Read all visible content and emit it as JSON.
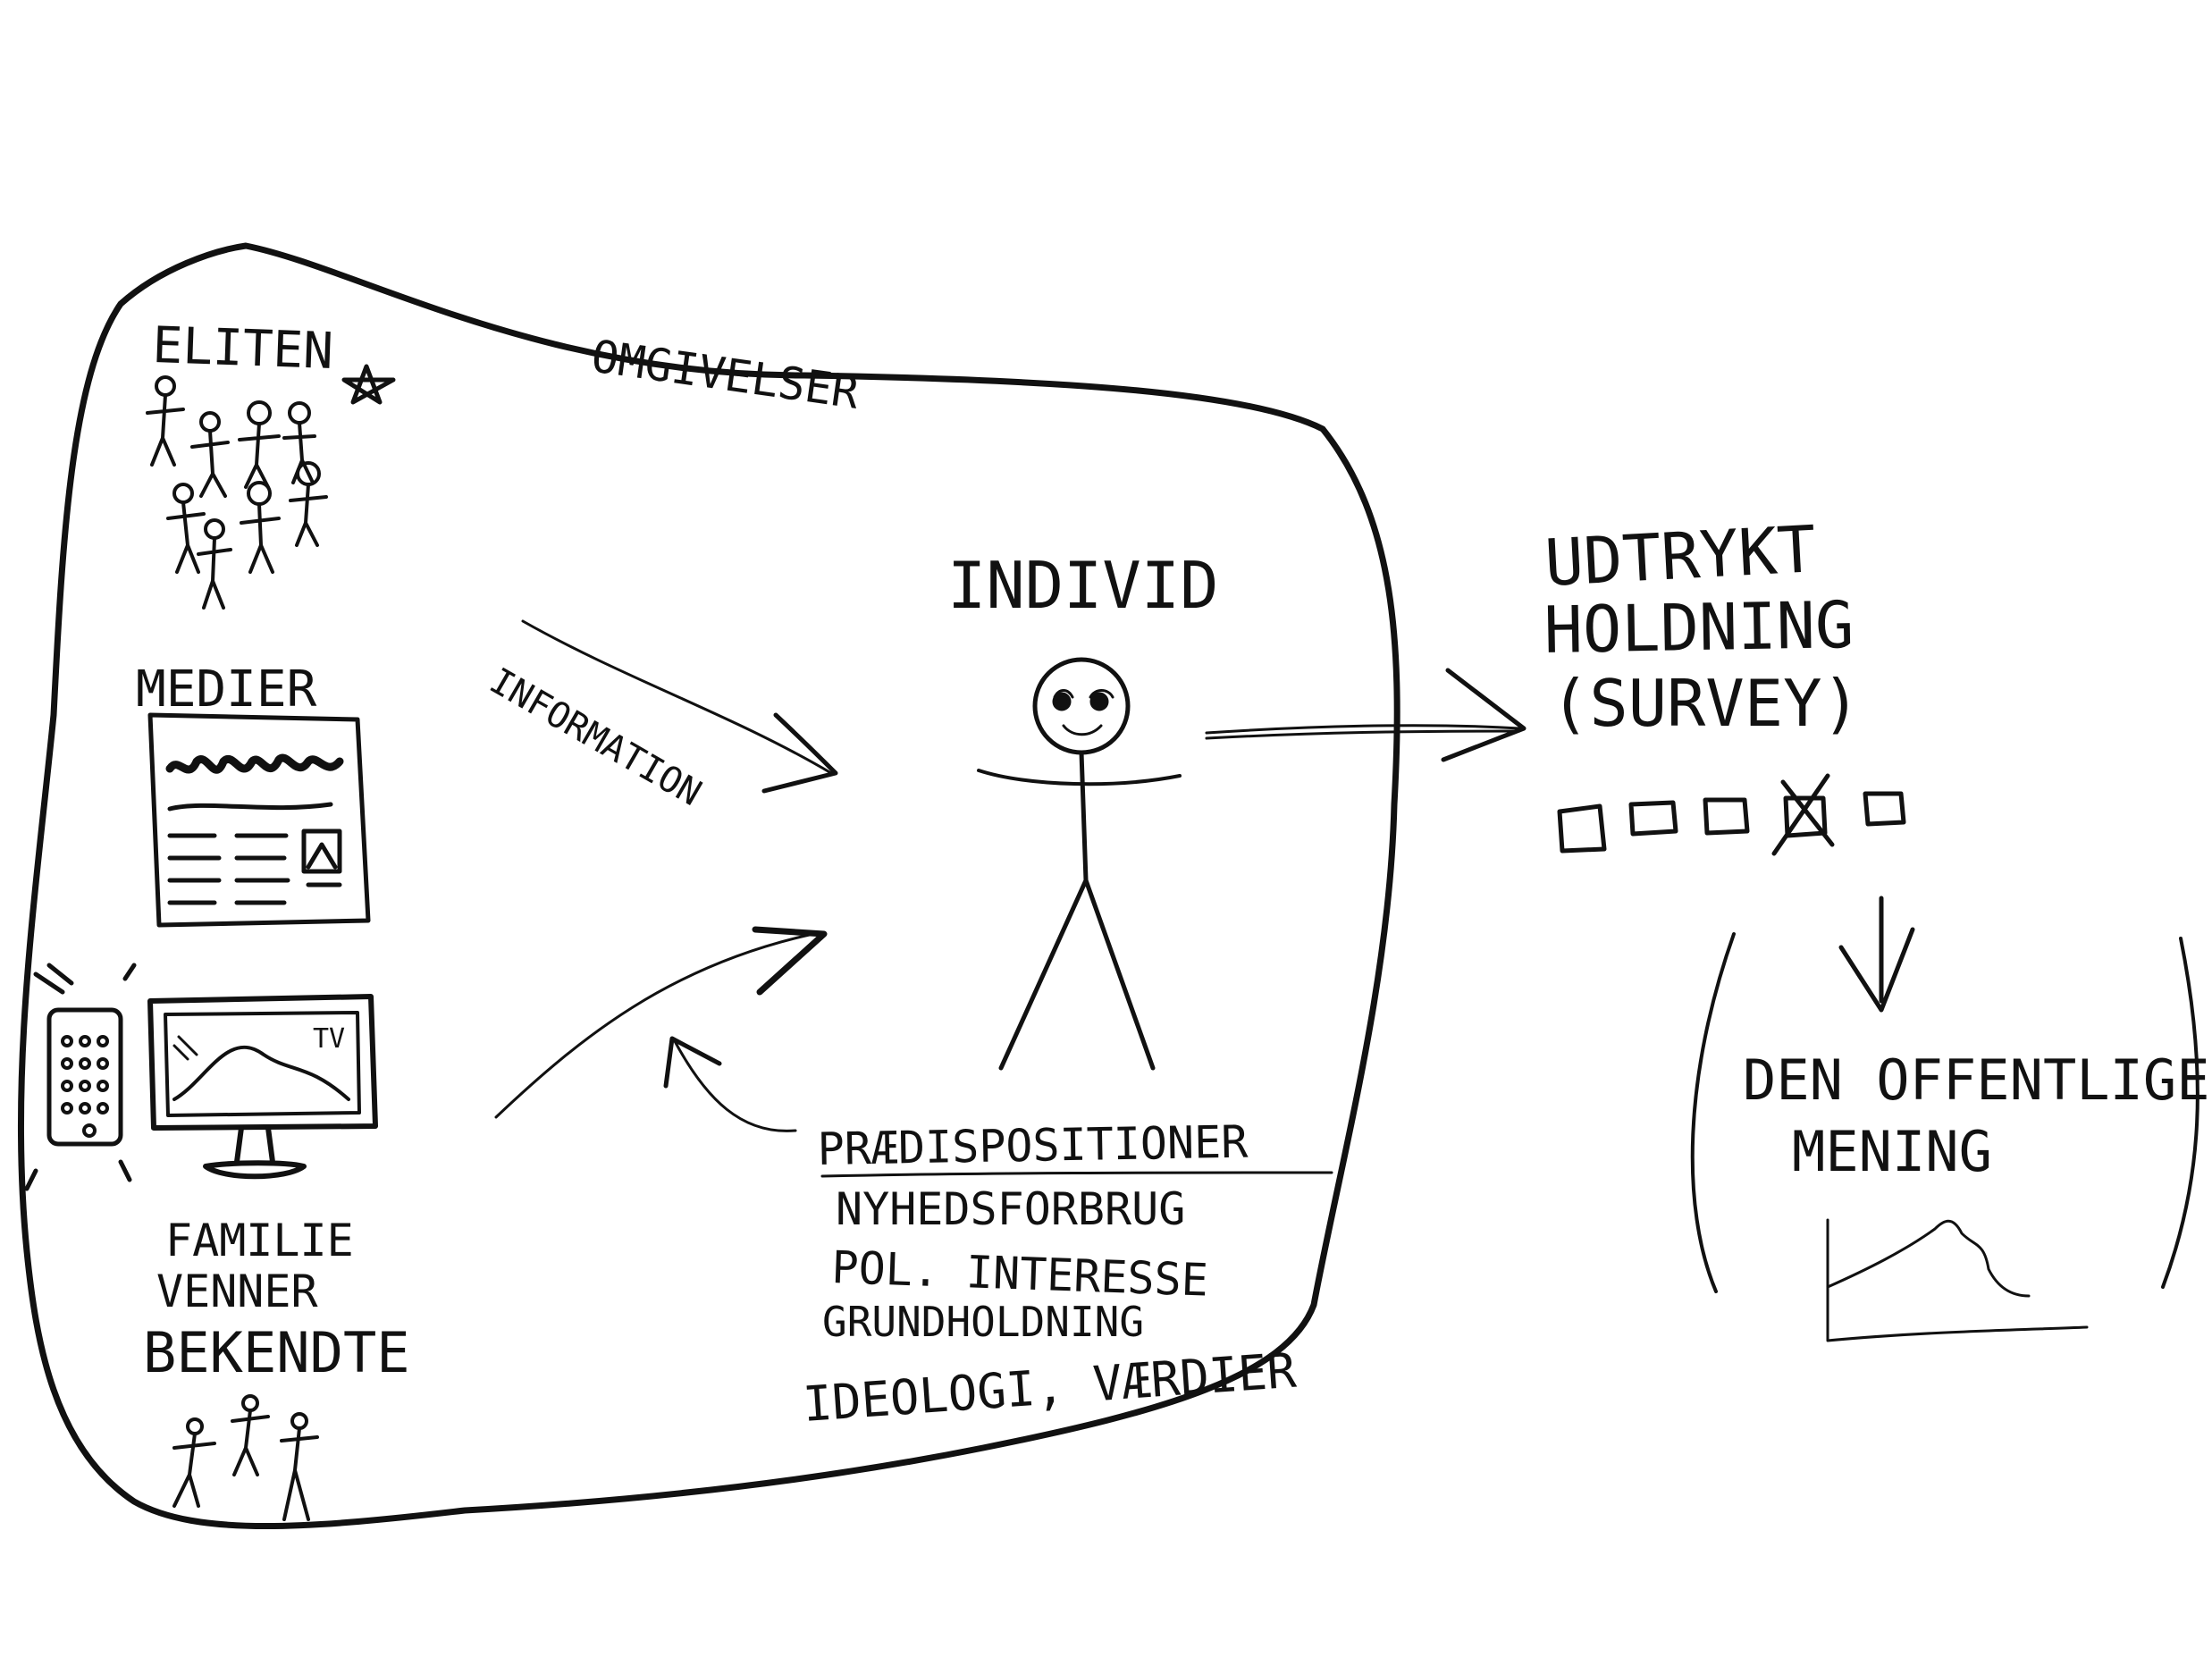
{
  "labels": {
    "eliten": "ELITEN",
    "omgivelser": "OMGIVELSER",
    "medier": "MEDIER",
    "information": "INFORMATION",
    "tv": "TV",
    "familie": "FAMILIE",
    "venner": "VENNER",
    "bekendte": "BEKENDTE",
    "individ": "INDIVID",
    "praedispositioner": "PRÆDISPOSITIONER",
    "nyhedsforbrug": "NYHEDSFORBRUG",
    "pol_interesse": "POL. INTERESSE",
    "grundholdning": "GRUNDHOLDNING",
    "ideologi": "IDEOLOGI, VÆRDIER",
    "udtrykt_line1": "UDTRYKT",
    "udtrykt_line2": "HOLDNING",
    "udtrykt_line3": "(SURVEY)",
    "offentlige_line1": "DEN OFFENTLIGE",
    "offentlige_line2": "MENING"
  },
  "icons": [
    "star-icon",
    "newspaper-icon",
    "phone-icon",
    "tv-icon",
    "stick-figure-icon",
    "checkbox-icon",
    "distribution-curve-icon"
  ],
  "colors": {
    "ink": "#111111",
    "background": "#ffffff"
  }
}
